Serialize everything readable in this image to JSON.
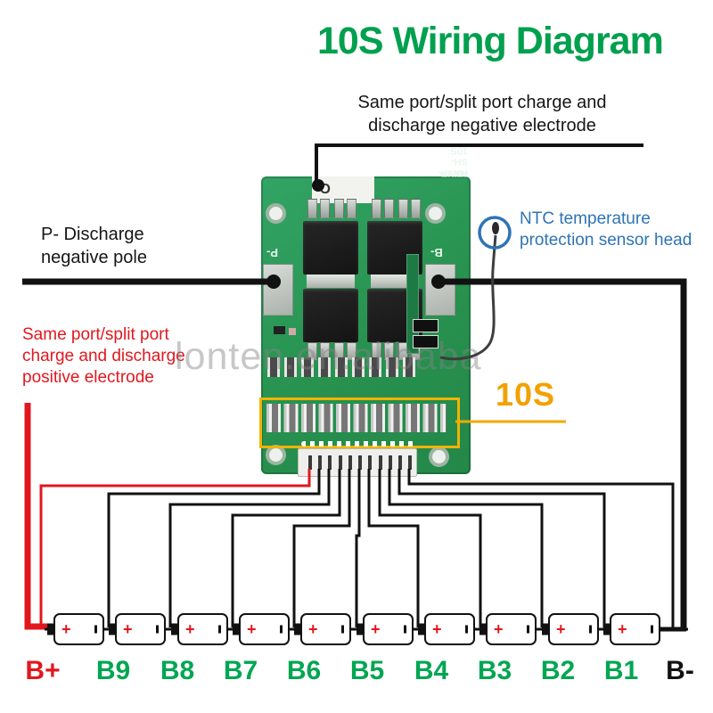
{
  "title": "10S Wiring Diagram",
  "annotations": {
    "top_negative": {
      "line1": "Same port/split port charge and",
      "line2": "discharge negative electrode"
    },
    "discharge_negative": {
      "line1": "P- Discharge",
      "line2": "negative pole"
    },
    "positive": {
      "line1": "Same port/split port",
      "line2": "charge and discharge",
      "line3": "positive electrode"
    },
    "ntc": {
      "line1": "NTC temperature",
      "line2": "protection sensor head"
    },
    "cell_count_label": "10S"
  },
  "board": {
    "silkscreen_model": "HXYP-SH-10S",
    "silkscreen_rev": "REV1.0",
    "pad_c_minus": "C-",
    "pad_p_minus": "P-",
    "pad_b_minus": "B-"
  },
  "watermark": "lonten.en.alibaba",
  "battery": {
    "plus": "+"
  },
  "battery_labels": [
    {
      "text": "B+",
      "color": "#e0181e"
    },
    {
      "text": "B9",
      "color": "#00a651"
    },
    {
      "text": "B8",
      "color": "#00a651"
    },
    {
      "text": "B7",
      "color": "#00a651"
    },
    {
      "text": "B6",
      "color": "#00a651"
    },
    {
      "text": "B5",
      "color": "#00a651"
    },
    {
      "text": "B4",
      "color": "#00a651"
    },
    {
      "text": "B3",
      "color": "#00a651"
    },
    {
      "text": "B2",
      "color": "#00a651"
    },
    {
      "text": "B1",
      "color": "#00a651"
    },
    {
      "text": "B-",
      "color": "#111111"
    }
  ],
  "colors": {
    "title_green": "#00a04e",
    "label_green": "#00a651",
    "wire_red": "#e0181e",
    "wire_black": "#111111",
    "ntc_blue": "#2e74b5",
    "highlight_orange": "#f2a100",
    "highlight_box": "#f2b300",
    "pcb_green": "#28924f",
    "watermark_gray": "#c8c8c8"
  }
}
